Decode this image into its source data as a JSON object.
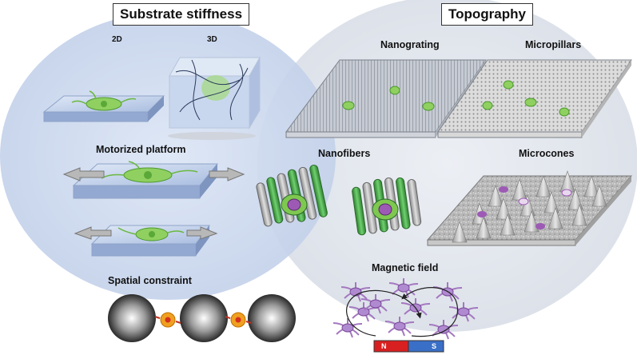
{
  "headings": {
    "substrate_stiffness": "Substrate stiffness",
    "topography": "Topography"
  },
  "labels": {
    "two_d": "2D",
    "three_d": "3D",
    "motorized_platform": "Motorized platform",
    "spatial_constraint": "Spatial constraint",
    "nanograting": "Nanograting",
    "micropillars": "Micropillars",
    "nanofibers": "Nanofibers",
    "microcones": "Microcones",
    "magnetic_field": "Magnetic field"
  },
  "magnet": {
    "north": "N",
    "south": "S"
  },
  "colors": {
    "ellipse": "#c9d6ec",
    "substrate": "#a9bde0",
    "cell_green": "#7ec850",
    "nucleus_purple": "#9d5ab5",
    "fiber_green": "#3e9d3e",
    "neuron_purple": "#a478c0",
    "magnet_north": "#d92020",
    "magnet_south": "#3a6fc8",
    "constraint_cell": "#f0a020"
  }
}
